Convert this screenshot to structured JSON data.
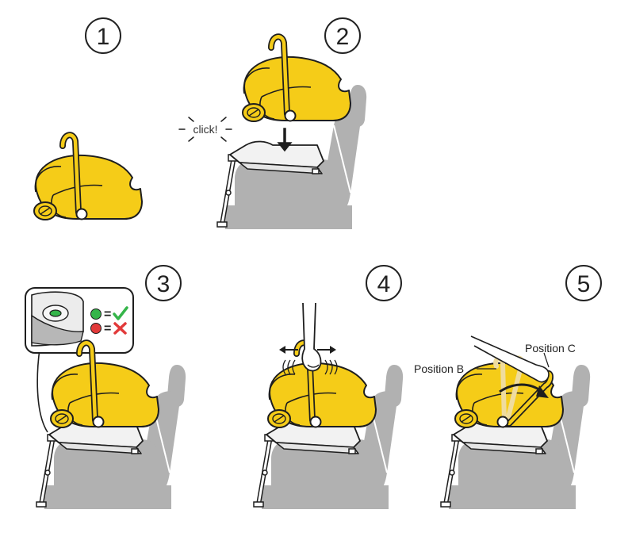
{
  "colors": {
    "seat_yellow": "#f5cc18",
    "seat_gray": "#b1b1b1",
    "base_gray": "#f2f2f2",
    "outline": "#1e1e1e",
    "ghost_handle": "#efdc9e",
    "ok_green": "#35b54a",
    "error_red": "#e23a3a"
  },
  "steps": [
    {
      "number": "1"
    },
    {
      "number": "2",
      "sound_text": "click!"
    },
    {
      "number": "3",
      "indicator_ok_symbol": "=",
      "indicator_error_symbol": "="
    },
    {
      "number": "4"
    },
    {
      "number": "5",
      "position_b_label": "Position B",
      "position_c_label": "Position C"
    }
  ]
}
